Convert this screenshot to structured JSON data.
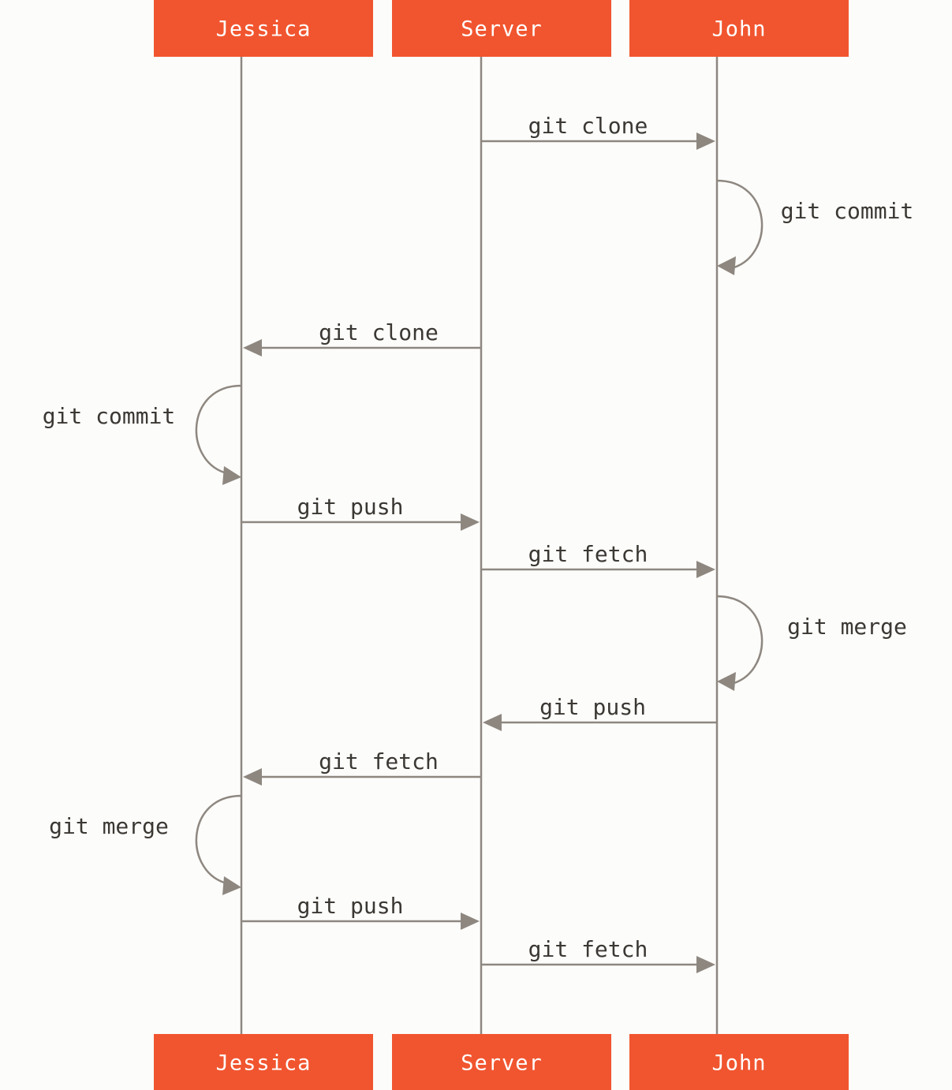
{
  "diagram": {
    "type": "sequence",
    "colors": {
      "actor_fill": "#f1552f",
      "actor_text": "#ffffff",
      "line": "#8e8780",
      "label": "#3b3834",
      "background": "#fcfcfa"
    },
    "actors": [
      {
        "id": "jessica",
        "label": "Jessica"
      },
      {
        "id": "server",
        "label": "Server"
      },
      {
        "id": "john",
        "label": "John"
      }
    ],
    "messages": [
      {
        "from": "server",
        "to": "john",
        "label": "git clone"
      },
      {
        "from": "john",
        "to": "john",
        "label": "git commit"
      },
      {
        "from": "server",
        "to": "jessica",
        "label": "git clone"
      },
      {
        "from": "jessica",
        "to": "jessica",
        "label": "git commit"
      },
      {
        "from": "jessica",
        "to": "server",
        "label": "git push"
      },
      {
        "from": "server",
        "to": "john",
        "label": "git fetch"
      },
      {
        "from": "john",
        "to": "john",
        "label": "git merge"
      },
      {
        "from": "john",
        "to": "server",
        "label": "git push"
      },
      {
        "from": "server",
        "to": "jessica",
        "label": "git fetch"
      },
      {
        "from": "jessica",
        "to": "jessica",
        "label": "git merge"
      },
      {
        "from": "jessica",
        "to": "server",
        "label": "git push"
      },
      {
        "from": "server",
        "to": "john",
        "label": "git fetch"
      }
    ]
  }
}
